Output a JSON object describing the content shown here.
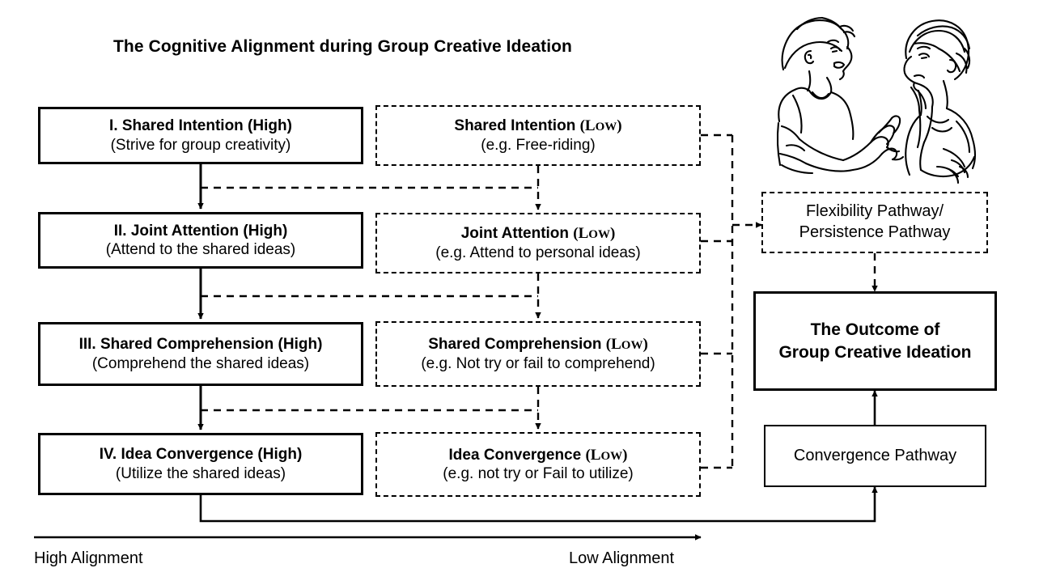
{
  "figure": {
    "title": "The Cognitive Alignment during Group Creative Ideation"
  },
  "high_alignment_column": [
    {
      "id": "I",
      "heading": "I. Shared Intention (High)",
      "subtitle": "(Strive for group creativity)"
    },
    {
      "id": "II",
      "heading": "II. Joint Attention (High)",
      "subtitle": "(Attend to the shared ideas)"
    },
    {
      "id": "III",
      "heading": "III. Shared Comprehension (High)",
      "subtitle": "(Comprehend the shared ideas)"
    },
    {
      "id": "IV",
      "heading": "IV. Idea Convergence (High)",
      "subtitle": "(Utilize the shared ideas)"
    }
  ],
  "low_alignment_column": [
    {
      "id": "low-shared-intention",
      "heading_main": "Shared Intention",
      "heading_qualifier": "(Low)",
      "subtitle": "(e.g. Free-riding)"
    },
    {
      "id": "low-joint-attention",
      "heading_main": "Joint Attention",
      "heading_qualifier": "(Low)",
      "subtitle": "(e.g. Attend to personal ideas)"
    },
    {
      "id": "low-shared-comprehension",
      "heading_main": "Shared Comprehension",
      "heading_qualifier": "(Low)",
      "subtitle": "(e.g. Not try or fail to comprehend)"
    },
    {
      "id": "low-idea-convergence",
      "heading_main": "Idea Convergence",
      "heading_qualifier": "(Low)",
      "subtitle": "(e.g. not try or Fail to utilize)"
    }
  ],
  "outcome_column": {
    "flexibility_pathway": {
      "line1": "Flexibility Pathway/",
      "line2": "Persistence Pathway"
    },
    "outcome": {
      "line1": "The Outcome of",
      "line2": "Group Creative Ideation"
    },
    "convergence_pathway": {
      "label": "Convergence Pathway"
    }
  },
  "axis": {
    "left_label": "High Alignment",
    "right_label": "Low Alignment",
    "direction": "left-to-right"
  },
  "illustration": {
    "name": "two-people-conversing-line-art",
    "description": "Line drawing of two people in conversation"
  },
  "colors": {
    "stroke": "#000000",
    "background": "#ffffff"
  }
}
